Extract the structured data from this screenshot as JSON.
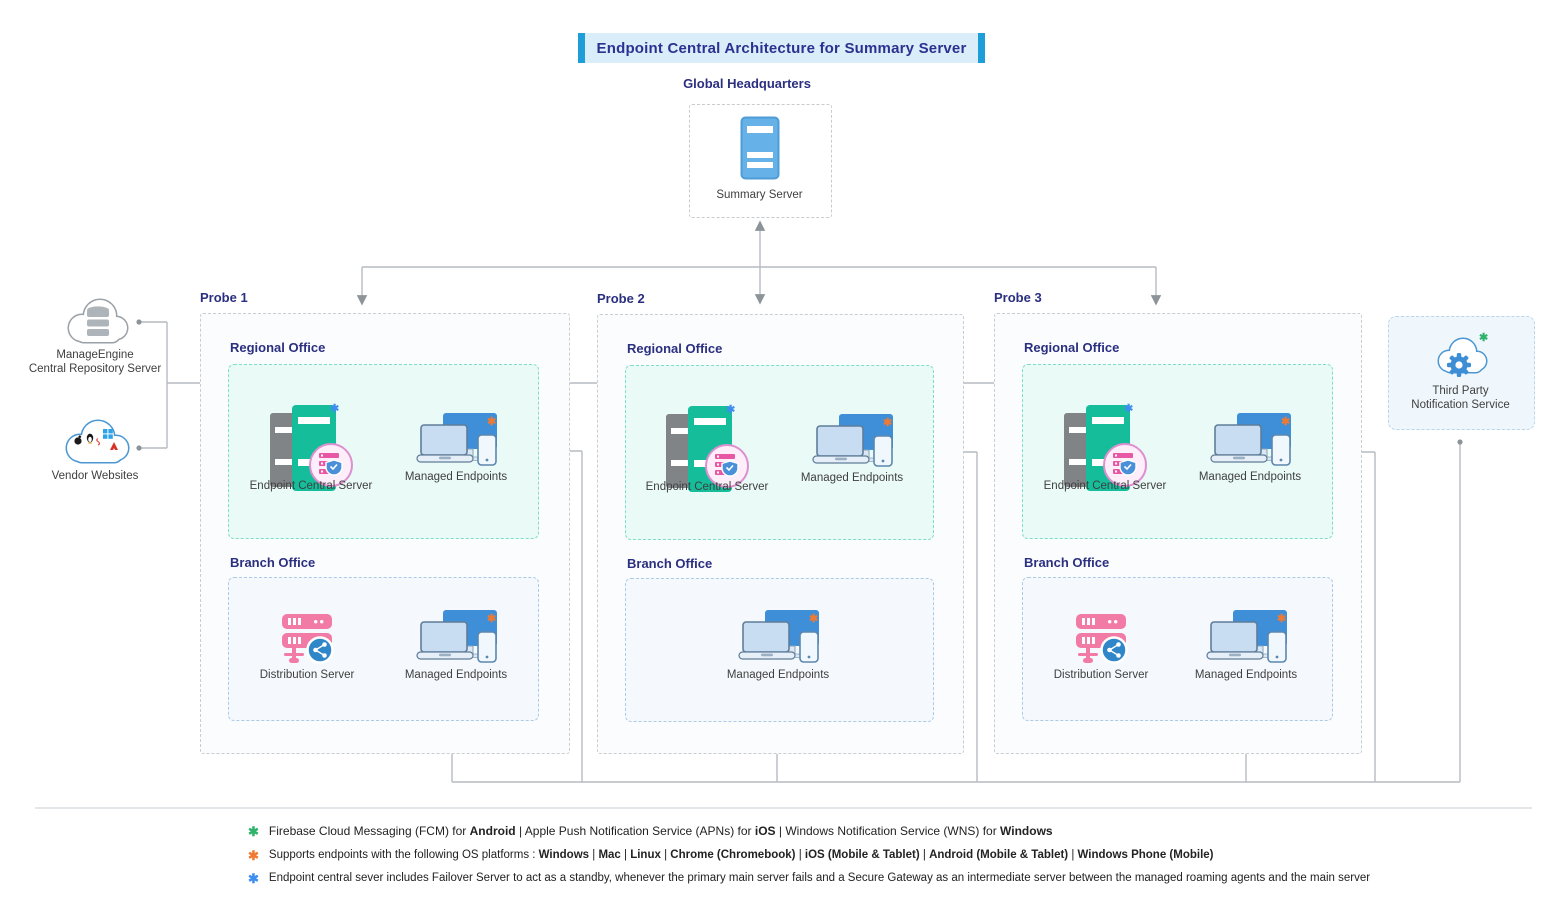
{
  "title": "Endpoint Central Architecture for Summary Server",
  "headquarters": {
    "label": "Global Headquarters",
    "server_label": "Summary Server"
  },
  "left_nodes": {
    "repository_line1": "ManageEngine",
    "repository_line2": "Central Repository Server",
    "vendor_label": "Vendor Websites"
  },
  "third_party": {
    "line1": "Third Party",
    "line2": "Notification Service"
  },
  "probes": [
    {
      "name": "Probe 1",
      "regional_label": "Regional Office",
      "ecs_label": "Endpoint Central Server",
      "regional_endpoints_label": "Managed Endpoints",
      "branch_label": "Branch Office",
      "ds_label": "Distribution Server",
      "branch_endpoints_label": "Managed Endpoints"
    },
    {
      "name": "Probe 2",
      "regional_label": "Regional Office",
      "ecs_label": "Endpoint Central Server",
      "regional_endpoints_label": "Managed Endpoints",
      "branch_label": "Branch Office",
      "branch_endpoints_label": "Managed Endpoints"
    },
    {
      "name": "Probe 3",
      "regional_label": "Regional Office",
      "ecs_label": "Endpoint Central Server",
      "regional_endpoints_label": "Managed Endpoints",
      "branch_label": "Branch Office",
      "ds_label": "Distribution Server",
      "branch_endpoints_label": "Managed Endpoints"
    }
  ],
  "symbols": {
    "asterisk": "✱"
  },
  "colors": {
    "title_accent_bar": "#1e9ed9",
    "title_bg": "#d9eef8",
    "title_text": "#2c3191",
    "heading_text": "#2b2f80",
    "line": "#b6bcc1",
    "arrow": "#8d9499",
    "mint_fill": "#eafaf6",
    "mint_border": "#7edccb",
    "branch_fill": "#f5f9fd",
    "branch_border": "#accae5",
    "ecs_teal": "#15bd9a",
    "ds_pink": "#f27ba6",
    "share_blue": "#2f86c8",
    "endpoint_blue": "#3f8ed8",
    "asterisk_blue": "#3e8ef0",
    "asterisk_orange": "#ef7b33",
    "asterisk_green": "#2fb36b"
  },
  "footnotes": [
    {
      "color": "#2fb36b",
      "segments": [
        {
          "t": "Firebase Cloud Messaging (FCM) for "
        },
        {
          "t": "Android",
          "b": true
        },
        {
          "t": "   |   "
        },
        {
          "t": "Apple Push Notification Service (APNs) for "
        },
        {
          "t": "iOS",
          "b": true
        },
        {
          "t": "   |   "
        },
        {
          "t": "Windows Notification Service (WNS) for "
        },
        {
          "t": "Windows",
          "b": true
        }
      ]
    },
    {
      "color": "#ef7b33",
      "segments": [
        {
          "t": "Supports endpoints with the following OS platforms : "
        },
        {
          "t": "Windows",
          "b": true
        },
        {
          "t": "  |  "
        },
        {
          "t": "Mac",
          "b": true
        },
        {
          "t": "  |  "
        },
        {
          "t": "Linux",
          "b": true
        },
        {
          "t": "  |  "
        },
        {
          "t": "Chrome (Chromebook)",
          "b": true
        },
        {
          "t": "  |  "
        },
        {
          "t": "iOS (Mobile & Tablet)",
          "b": true
        },
        {
          "t": "  |  "
        },
        {
          "t": "Android (Mobile & Tablet)",
          "b": true
        },
        {
          "t": "  |  "
        },
        {
          "t": "Windows Phone (Mobile)",
          "b": true
        }
      ]
    },
    {
      "color": "#3e8ef0",
      "segments": [
        {
          "t": "Endpoint central sever includes Failover Server to act as a standby, whenever the primary main server fails and a Secure Gateway as an intermediate server between the managed roaming agents and the main server"
        }
      ]
    }
  ]
}
